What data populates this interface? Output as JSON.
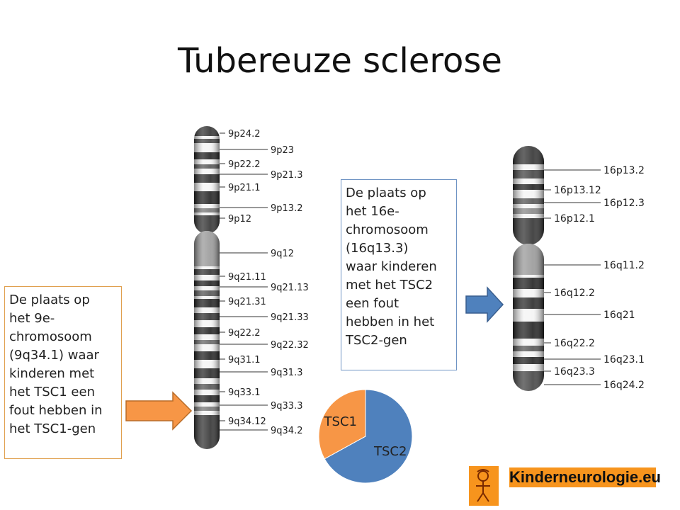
{
  "slide": {
    "title": "Tubereuze sclerose"
  },
  "callouts": {
    "chromosome9": "De plaats op\nhet 9e-\nchromosoom\n(9q34.1) waar\nkinderen met\nhet TSC1 een\nfout hebben in\nhet TSC1-gen",
    "chromosome16": "De plaats op\nhet 16e-\nchromosoom\n(16q13.3)\nwaar kinderen\nmet het TSC2\neen fout\nhebben in het\nTSC2-gen"
  },
  "chromosome9": {
    "bands": [
      "9p24.2",
      "9p23",
      "9p22.2",
      "9p21.3",
      "9p21.1",
      "9p13.2",
      "9p12",
      "9q12",
      "9q21.11",
      "9q21.13",
      "9q21.31",
      "9q21.33",
      "9q22.2",
      "9q22.32",
      "9q31.1",
      "9q31.3",
      "9q33.1",
      "9q33.3",
      "9q34.12",
      "9q34.2"
    ]
  },
  "chromosome16": {
    "bands": [
      "16p13.2",
      "16p13.12",
      "16p12.3",
      "16p12.1",
      "16q11.2",
      "16q12.2",
      "16q21",
      "16q22.2",
      "16q23.1",
      "16q23.3",
      "16q24.2"
    ]
  },
  "chart_data": {
    "type": "pie",
    "categories": [
      "TSC2",
      "TSC1"
    ],
    "values": [
      67,
      33
    ],
    "colors": [
      "#4f81bd",
      "#f79646"
    ]
  },
  "colors": {
    "arrow_orange": "#f79646",
    "arrow_blue": "#4f81bd",
    "logo": "#f7941d"
  },
  "logo": {
    "text": "Kinderneurologie.eu",
    "icon": "child-figure-icon"
  }
}
